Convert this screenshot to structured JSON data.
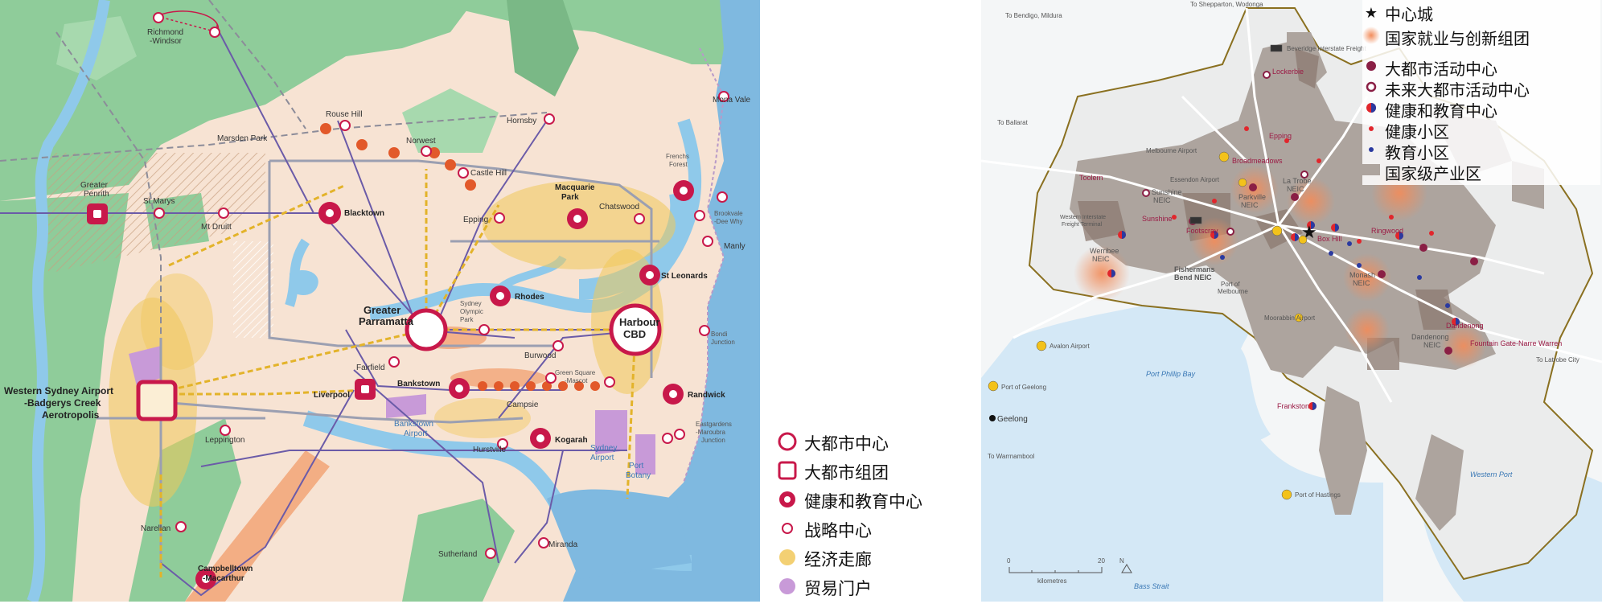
{
  "sydney": {
    "labels": {
      "richmond": "Richmond\n-Windsor",
      "rouse_hill": "Rouse Hill",
      "marsden_park": "Marsden Park",
      "hornsby": "Hornsby",
      "mona_vale": "Mona Vale",
      "norwest": "Norwest",
      "castle_hill": "Castle Hill",
      "frenchs_forest": "Frenchs\nForest",
      "greater_penrith": "Greater\nPenrith",
      "st_marys": "St Marys",
      "mt_druitt": "Mt Druitt",
      "blacktown": "Blacktown",
      "epping": "Epping",
      "macquarie_park": "Macquarie\nPark",
      "chatswood": "Chatswood",
      "brookvale": "Brookvale\n-Dee Why",
      "manly": "Manly",
      "st_leonards": "St Leonards",
      "rhodes": "Rhodes",
      "greater_parramatta": "Greater\nParramatta",
      "sydney_olympic_park": "Sydney\nOlympic\nPark",
      "harbour_cbd": "Harbour\nCBD",
      "bondi_junction": "Bondi\nJunction",
      "burwood": "Burwood",
      "fairfield": "Fairfield",
      "wsa": "Western Sydney Airport\n-Badgerys Creek\nAerotropolis",
      "liverpool": "Liverpool",
      "bankstown": "Bankstown",
      "green_square": "Green Square\n-Mascot",
      "randwick": "Randwick",
      "campsie": "Campsie",
      "bankstown_airport": "Bankstown\nAirport",
      "eastgardens": "Eastgardens\n-Maroubra\nJunction",
      "leppington": "Leppington",
      "hurstville": "Hurstville",
      "kogarah": "Kogarah",
      "sydney_airport": "Sydney\nAirport",
      "port_botany": "Port\nBotany",
      "narellan": "Narellan",
      "sutherland": "Sutherland",
      "miranda": "Miranda",
      "campbelltown": "Campbelltown\n-Macarthur"
    },
    "legend": [
      {
        "label": "大都市中心",
        "icon": "metro-centre-icon"
      },
      {
        "label": "大都市组团",
        "icon": "metro-cluster-icon"
      },
      {
        "label": "健康和教育中心",
        "icon": "health-education-precinct-icon"
      },
      {
        "label": "战略中心",
        "icon": "strategic-centre-icon"
      },
      {
        "label": "经济走廊",
        "icon": "economic-corridor-icon"
      },
      {
        "label": "贸易门户",
        "icon": "trade-gateway-icon"
      }
    ],
    "colors": {
      "land": "#f7e3d3",
      "green": "#8fcc9a",
      "water": "#8fc9ea",
      "red": "#c8184a",
      "yellow": "#f1c85a",
      "purple": "#c89ad8"
    }
  },
  "melbourne": {
    "labels": {
      "to_bendigo": "To Bendigo, Mildura",
      "to_shepparton": "To Shepparton, Wodonga",
      "beveridge": "Beveridge Interstate Freight",
      "lockerbie": "Lockerbie",
      "to_ballarat": "To Ballarat",
      "epping": "Epping",
      "melbourne_airport": "Melbourne Airport",
      "broadmeadows": "Broadmeadows",
      "la_trobe": "La Trobe\nNEIC",
      "toolern": "Toolern",
      "essendon": "Essendon Airport",
      "sunshine_neic": "Sunshine\nNEIC",
      "parkville": "Parkville\nNEIC",
      "western_freight": "Western Interstate\nFreight Terminal",
      "sunshine": "Sunshine",
      "footscray": "Footscray",
      "box_hill": "Box Hill",
      "ringwood": "Ringwood",
      "werribee": "Werribee\nNEIC",
      "fishermans_bend": "Fishermans\nBend NEIC",
      "port_of_melbourne": "Port of\nMelbourne",
      "monash": "Monash\nNEIC",
      "moorabbin": "Moorabbin Airport",
      "dandenong": "Dandenong",
      "dandenong_neic": "Dandenong\nNEIC",
      "fountain_gate": "Fountain Gate-Narre Warren",
      "avalon": "Avalon Airport",
      "port_phillip": "Port Phillip Bay",
      "to_latrobe": "To Latrobe City",
      "port_geelong": "Port of Geelong",
      "geelong": "Geelong",
      "frankston": "Frankston",
      "to_warrnambool": "To Warrnambool",
      "western_port": "Western Port",
      "port_hastings": "Port of Hastings",
      "scale_0": "0",
      "scale_20": "20",
      "scale_unit": "kilometres",
      "north": "N",
      "bass_strait": "Bass Strait"
    },
    "legend": [
      {
        "label": "中心城",
        "icon": "star-icon"
      },
      {
        "label": "国家就业与创新组团",
        "icon": "neic-glow-icon"
      },
      {
        "label": "大都市活动中心",
        "icon": "metro-activity-centre-icon"
      },
      {
        "label": "未来大都市活动中心",
        "icon": "future-metro-activity-centre-icon"
      },
      {
        "label": "健康和教育中心",
        "icon": "health-education-centre-icon"
      },
      {
        "label": "健康小区",
        "icon": "health-precinct-icon"
      },
      {
        "label": "教育小区",
        "icon": "education-precinct-icon"
      },
      {
        "label": "国家级产业区",
        "icon": "state-industrial-area-icon"
      }
    ],
    "colors": {
      "urban": "#ada49e",
      "water": "#d4e8f6",
      "boundary": "#8a7020",
      "maroon": "#8a1f45",
      "red": "#e1262c",
      "blue": "#2b3aa0",
      "glow": "#f28c5a"
    }
  }
}
